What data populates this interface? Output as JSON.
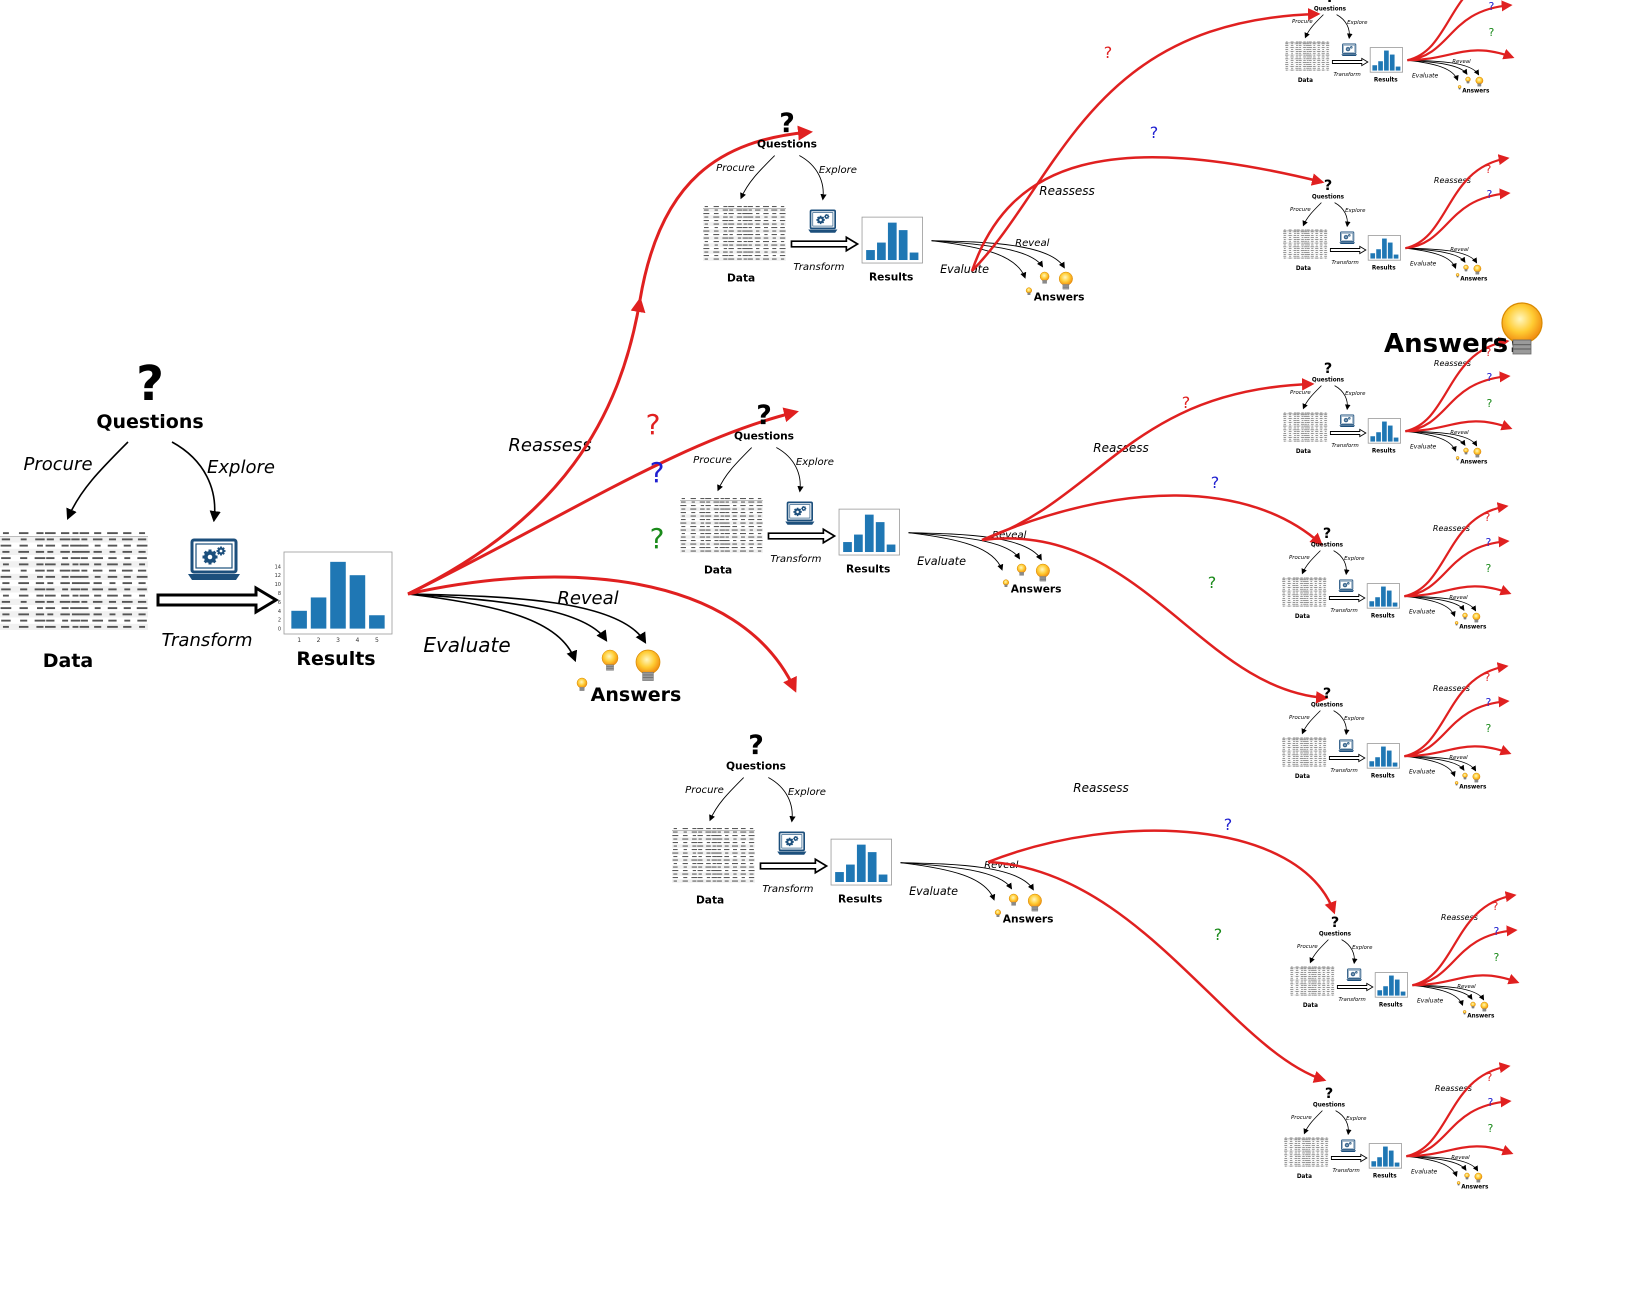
{
  "labels": {
    "questions": "Questions",
    "procure": "Procure",
    "explore": "Explore",
    "transform": "Transform",
    "data": "Data",
    "results": "Results",
    "evaluate": "Evaluate",
    "reassess": "Reassess",
    "reveal": "Reveal",
    "answers": "Answers",
    "final_answers": "Answers!",
    "question_mark": "?"
  },
  "colors": {
    "reassess_arrow": "#e02020",
    "bar": "#1f77b4",
    "q_red": "#e02020",
    "q_blue": "#1f1fd0",
    "q_green": "#1a8a1a",
    "bulb": "#f7b21a"
  },
  "chart_data": {
    "type": "bar",
    "categories": [
      "1",
      "2",
      "3",
      "4",
      "5"
    ],
    "values": [
      4,
      7,
      15,
      12,
      3
    ],
    "ylim": [
      0,
      16
    ],
    "y_ticks": [
      "0",
      "2",
      "4",
      "6",
      "8",
      "10",
      "12",
      "14"
    ]
  },
  "icons": {
    "laptop": "laptop-gear-icon",
    "bulb": "lightbulb-icon",
    "table": "data-table-icon"
  }
}
